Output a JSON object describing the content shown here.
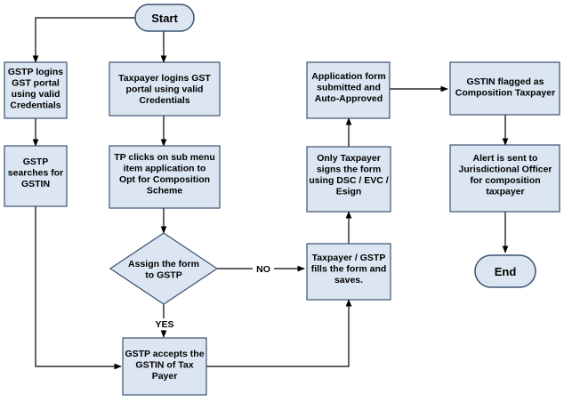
{
  "nodes": {
    "start": {
      "lines": [
        "Start"
      ]
    },
    "gstp_login": {
      "lines": [
        "GSTP logins",
        "GST portal",
        "using valid",
        "Credentials"
      ]
    },
    "tp_login": {
      "lines": [
        "Taxpayer logins GST",
        "portal using valid",
        "Credentials"
      ]
    },
    "gstp_search": {
      "lines": [
        "GSTP",
        "searches for",
        "GSTIN"
      ]
    },
    "tp_submenu": {
      "lines": [
        "TP clicks on sub menu",
        "item application to",
        "Opt for Composition",
        "Scheme"
      ]
    },
    "assign_decision": {
      "lines": [
        "Assign the form",
        "to GSTP"
      ]
    },
    "gstp_accepts": {
      "lines": [
        "GSTP accepts the",
        "GSTIN of Tax",
        "Payer"
      ]
    },
    "fills_form": {
      "lines": [
        "Taxpayer / GSTP",
        "fills the form and",
        "saves."
      ]
    },
    "signs_form": {
      "lines": [
        "Only Taxpayer",
        "signs the form",
        "using DSC / EVC /",
        "Esign"
      ]
    },
    "submitted": {
      "lines": [
        "Application form",
        "submitted and",
        "Auto-Approved"
      ]
    },
    "flagged": {
      "lines": [
        "GSTIN flagged as",
        "Composition Taxpayer"
      ]
    },
    "alert": {
      "lines": [
        "Alert is sent to",
        "Jurisdictional Officer",
        "for composition",
        "taxpayer"
      ]
    },
    "end": {
      "lines": [
        "End"
      ]
    }
  },
  "edges": {
    "no_label": "NO",
    "yes_label": "YES"
  },
  "colors": {
    "node_fill": "#dce6f2",
    "node_border": "#3b5270",
    "edge": "#000000"
  }
}
